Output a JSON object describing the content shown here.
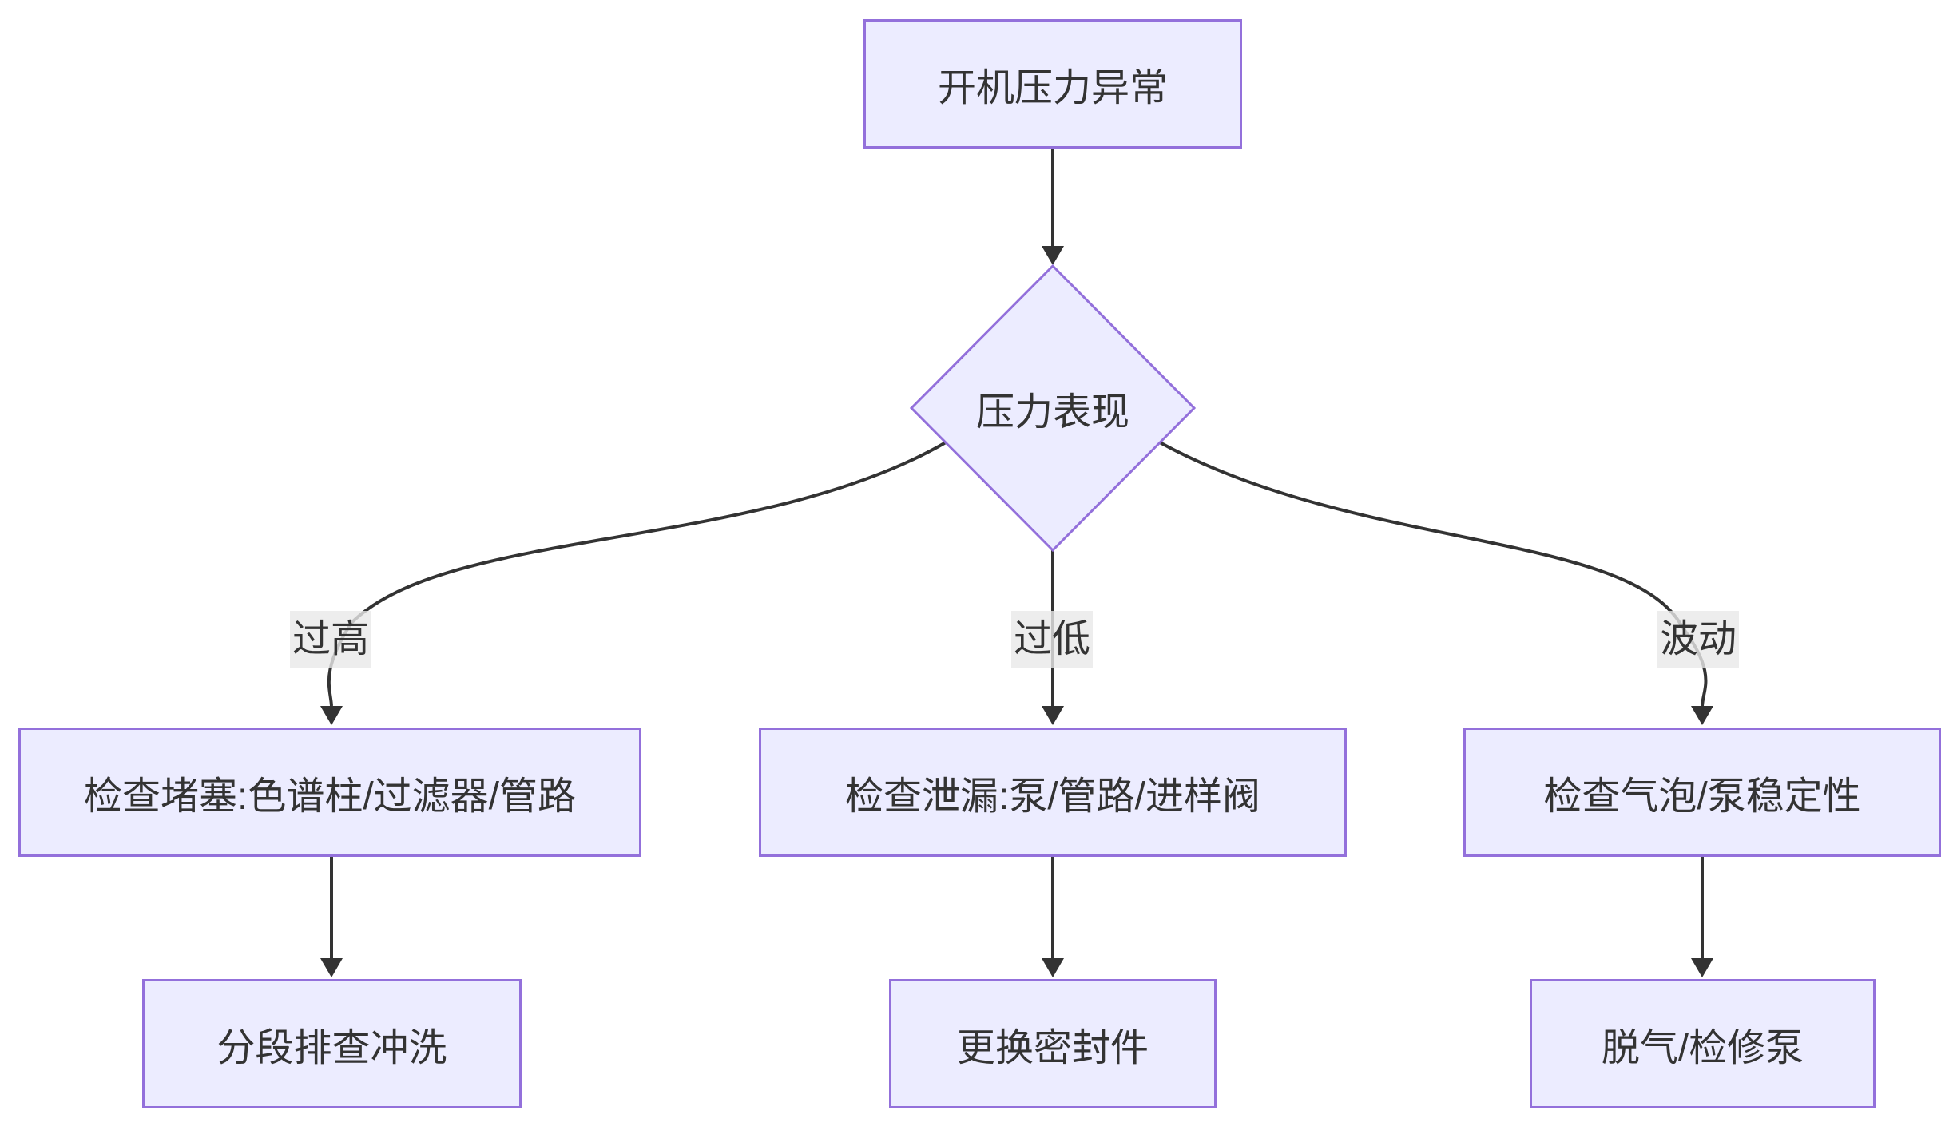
{
  "flowchart": {
    "nodes": {
      "start": "开机压力异常",
      "decision": "压力表现",
      "check_blockage": "检查堵塞:色谱柱/过滤器/管路",
      "check_leak": "检查泄漏:泵/管路/进样阀",
      "check_bubble": "检查气泡/泵稳定性",
      "fix_flush": "分段排查冲洗",
      "fix_seal": "更换密封件",
      "fix_degas": "脱气/检修泵"
    },
    "edge_labels": {
      "too_high": "过高",
      "too_low": "过低",
      "fluctuation": "波动"
    },
    "colors": {
      "background": "#ffffff",
      "node_fill": "#ECECFF",
      "node_border": "#9370DB",
      "edge": "#333333",
      "text": "#333333",
      "edge_label_bg": "#e8e8e8"
    }
  }
}
